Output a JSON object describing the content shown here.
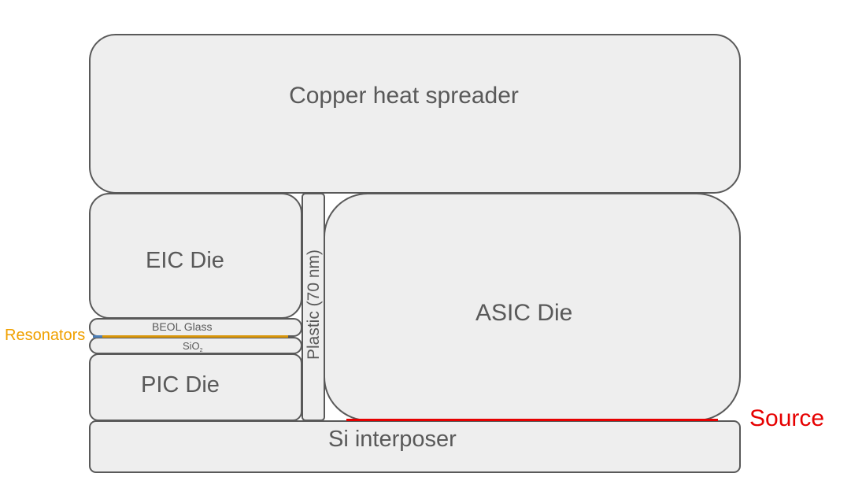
{
  "layers": {
    "copper": "Copper heat spreader",
    "eic": "EIC Die",
    "beol": "BEOL Glass",
    "sio2": "SiO",
    "sio2_subscript": "2",
    "pic": "PIC Die",
    "plastic": "Plastic (70 nm)",
    "asic": "ASIC Die",
    "interposer": "Si interposer"
  },
  "callouts": {
    "resonators": "Resonators",
    "source": "Source"
  },
  "colors": {
    "block_fill": "#eeeeee",
    "block_border": "#595959",
    "text": "#595959",
    "resonators": "#f0a000",
    "source": "#e60000"
  }
}
